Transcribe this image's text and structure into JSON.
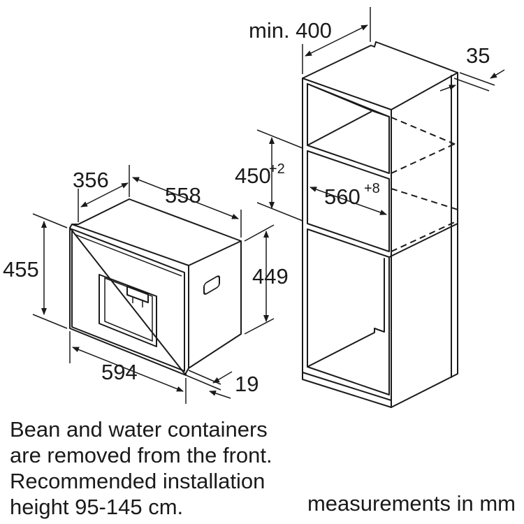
{
  "appliance": {
    "depth_total": "356",
    "width_top": "558",
    "height_front": "455",
    "height_body": "449",
    "width_front": "594",
    "panel_depth": "19"
  },
  "cabinet": {
    "depth_min": "min. 400",
    "panel_35": "35",
    "niche_height": "450",
    "niche_height_tol": "+2",
    "niche_width": "560",
    "niche_width_tol": "+8"
  },
  "notes": {
    "line1": "Bean and water containers",
    "line2": "are removed from the front.",
    "line3": "Recommended installation",
    "line4": "height 95-145 cm."
  },
  "units_label": "measurements in mm"
}
